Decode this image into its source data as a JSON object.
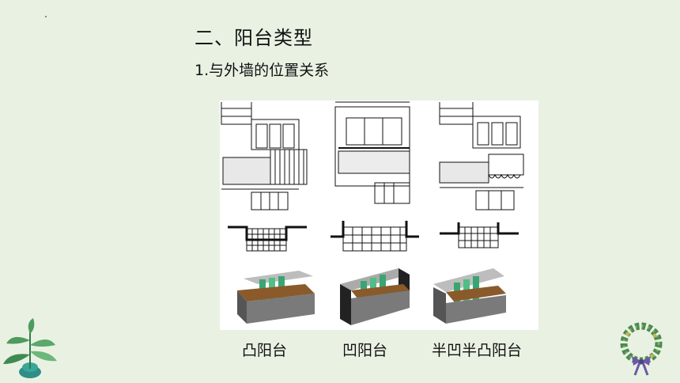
{
  "slide": {
    "title": "二、阳台类型",
    "subtitle": "1.与外墙的位置关系",
    "captions": [
      "凸阳台",
      "凹阳台",
      "半凹半凸阳台"
    ]
  },
  "icons": [
    "leaf-sprig-decoration-icon",
    "wreath-with-bow-icon"
  ],
  "colors": {
    "background": "#e9f1e3",
    "glass": "#3aa572",
    "wall_dark": "#222222",
    "wall_grey": "#7a7a7a",
    "rail_brown": "#8a5a2b"
  }
}
